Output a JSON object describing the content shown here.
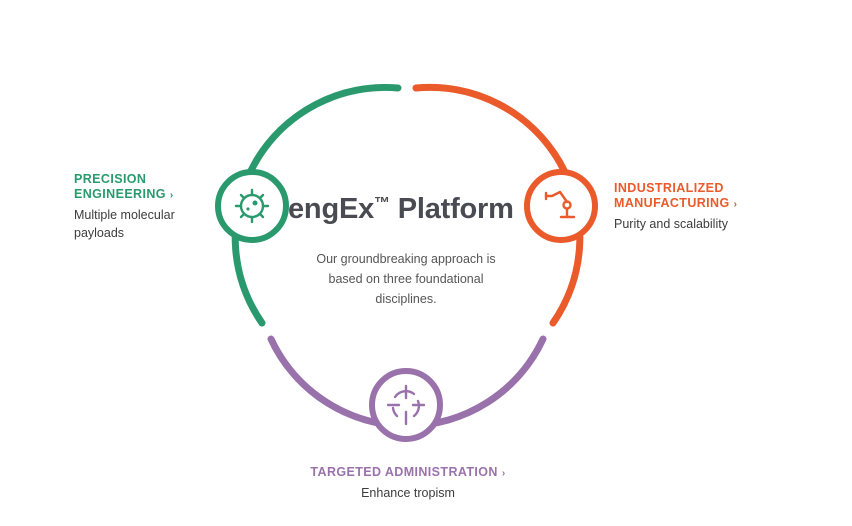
{
  "platform": {
    "title_main": "engEx",
    "title_mark": "™",
    "title_rest": " Platform",
    "description": "Our groundbreaking approach is based on three foundational disciplines."
  },
  "pillars": {
    "precision": {
      "title_line1": "PRECISION",
      "title_line2": "ENGINEERING",
      "chevron": "›",
      "description": "Multiple molecular payloads",
      "color": "#2a9a6e",
      "icon": "virus-icon"
    },
    "industrial": {
      "title_line1": "INDUSTRIALIZED",
      "title_line2": "MANUFACTURING",
      "chevron": "›",
      "description": "Purity and scalability",
      "color": "#ea5a2a",
      "icon": "robot-arm-icon"
    },
    "targeted": {
      "title": "TARGETED ADMINISTRATION",
      "chevron": "›",
      "description": "Enhance tropism",
      "color": "#9a72ab",
      "icon": "crosshair-icon"
    }
  }
}
